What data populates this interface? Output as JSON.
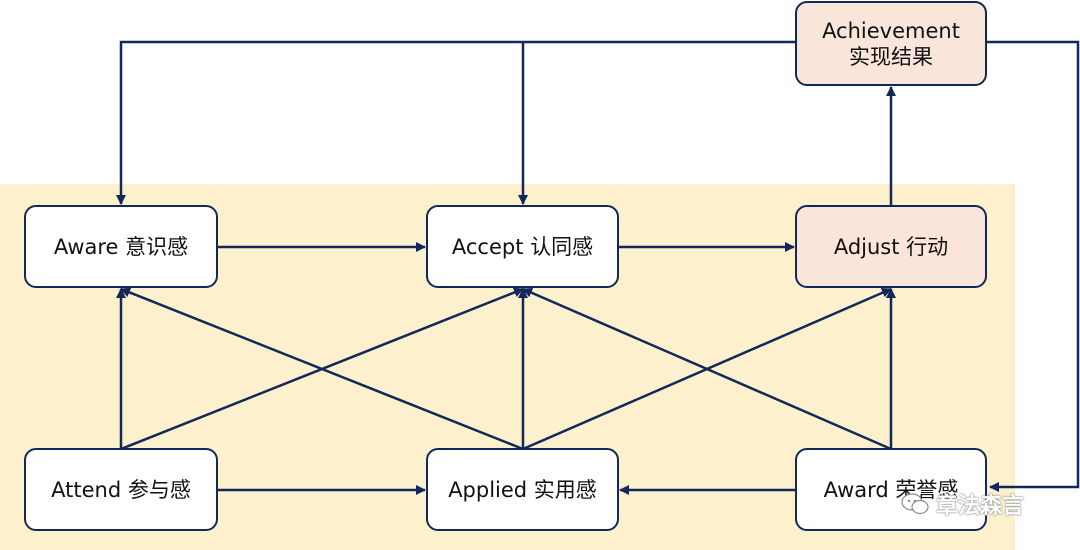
{
  "nodes": {
    "achievement": {
      "line1": "Achievement",
      "line2": "实现结果"
    },
    "aware": {
      "label": "Aware 意识感"
    },
    "accept": {
      "label": "Accept 认同感"
    },
    "adjust": {
      "label": "Adjust 行动"
    },
    "attend": {
      "label": "Attend 参与感"
    },
    "applied": {
      "label": "Applied 实用感"
    },
    "award": {
      "label": "Award 荣誉感"
    }
  },
  "watermark": {
    "text": "章法森言",
    "icon": "wechat-icon"
  },
  "colors": {
    "stroke": "#13285a",
    "band": "#fdf0cc",
    "accent_node": "#fae5da",
    "node": "#ffffff"
  }
}
